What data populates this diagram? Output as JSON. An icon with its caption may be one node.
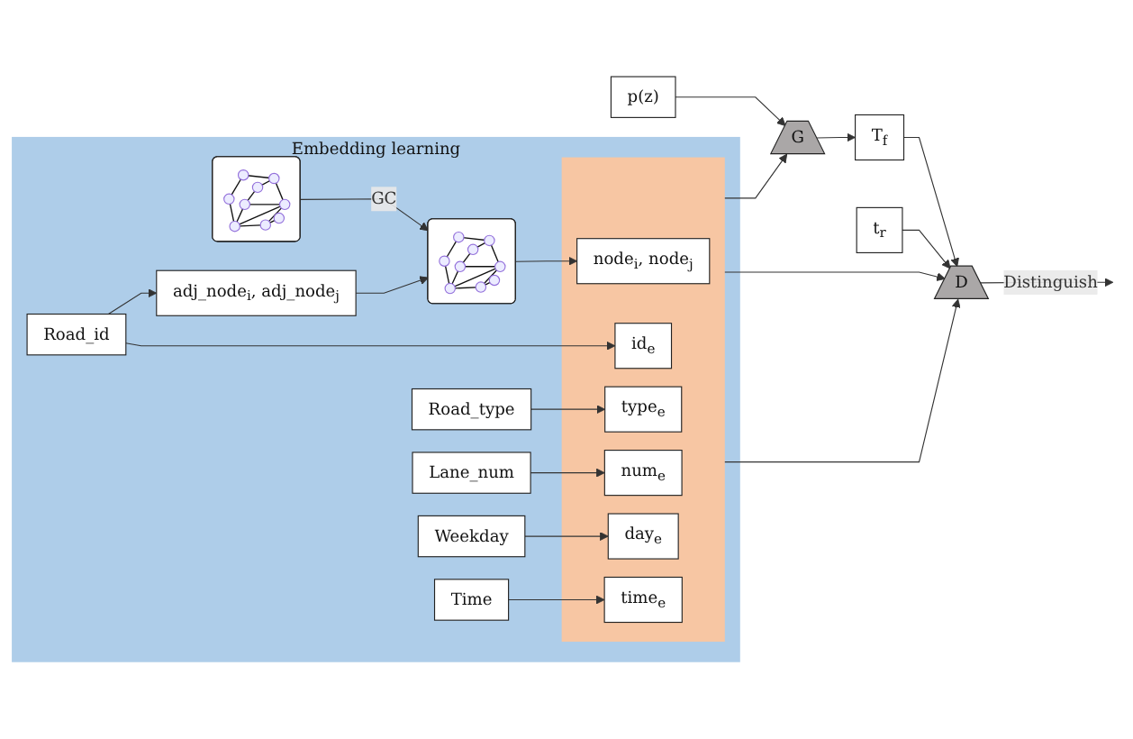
{
  "diagram": {
    "nodes": [
      {
        "text": [
          "Embedding learning"
        ]
      },
      {
        "text": [],
        "shape": "picture",
        "in": 0
      },
      {
        "text": [],
        "shape": "picture",
        "in": 0
      },
      {
        "text": [
          "adj_node$_{i}$, adj_node$_{j}$"
        ],
        "in": 0
      },
      {
        "text": [],
        "shape": "box",
        "in": 0
      },
      {
        "text": [
          "node$_{i}$, node$_{j}$"
        ],
        "in": 4
      },
      {
        "text": [
          "Road_id"
        ],
        "in": 0
      },
      {
        "text": [
          "Road_type"
        ],
        "in": 0
      },
      {
        "text": [
          "Lane_num"
        ],
        "in": 0
      },
      {
        "text": [
          "Weekday"
        ],
        "in": 0
      },
      {
        "text": [
          "Time"
        ],
        "in": 0
      },
      {
        "text": [
          "id$_{e}$"
        ],
        "in": 4
      },
      {
        "text": [
          "type$_{e}$"
        ],
        "in": 4
      },
      {
        "text": [
          "num$_{e}$"
        ],
        "in": 4
      },
      {
        "text": [
          "day$_{e}$"
        ],
        "in": 4
      },
      {
        "text": [
          "time$_{e}$"
        ],
        "in": 4
      },
      {
        "text": [
          "p(z)"
        ]
      },
      {
        "text": [
          "G"
        ]
      },
      {
        "text": [
          "T$_{f}$"
        ]
      },
      {
        "text": [
          "t$_{r}$"
        ]
      },
      {
        "text": [
          "D"
        ]
      }
    ],
    "edges": [
      {
        "from": 1,
        "to": 2,
        "arrow": "to",
        "label": "GC"
      },
      {
        "from": 3,
        "to": 2,
        "arrow": "to"
      },
      {
        "from": 2,
        "to": 5,
        "arrow": "to"
      },
      {
        "from": 6,
        "to": 3,
        "arrow": "to"
      },
      {
        "from": 6,
        "to": 11,
        "arrow": "to"
      },
      {
        "from": 7,
        "to": 12,
        "arrow": "to"
      },
      {
        "from": 8,
        "to": 13,
        "arrow": "to"
      },
      {
        "from": 9,
        "to": 14,
        "arrow": "to"
      },
      {
        "from": 10,
        "to": 15,
        "arrow": "to"
      },
      {
        "from": 16,
        "to": 17,
        "arrow": "to"
      },
      {
        "from": 4,
        "to": 17,
        "arrow": "to"
      },
      {
        "from": 17,
        "to": 18,
        "arrow": "to"
      },
      {
        "from": 18,
        "to": 20,
        "arrow": "to"
      },
      {
        "from": 4,
        "to": 20,
        "arrow": "to"
      },
      {
        "from": 4,
        "to": 20,
        "arrow": "to"
      },
      {
        "from": 19,
        "to": 20,
        "arrow": "to"
      },
      {
        "from": 20,
        "to": null,
        "arrow": "to",
        "label": "Distinguish"
      }
    ]
  }
}
